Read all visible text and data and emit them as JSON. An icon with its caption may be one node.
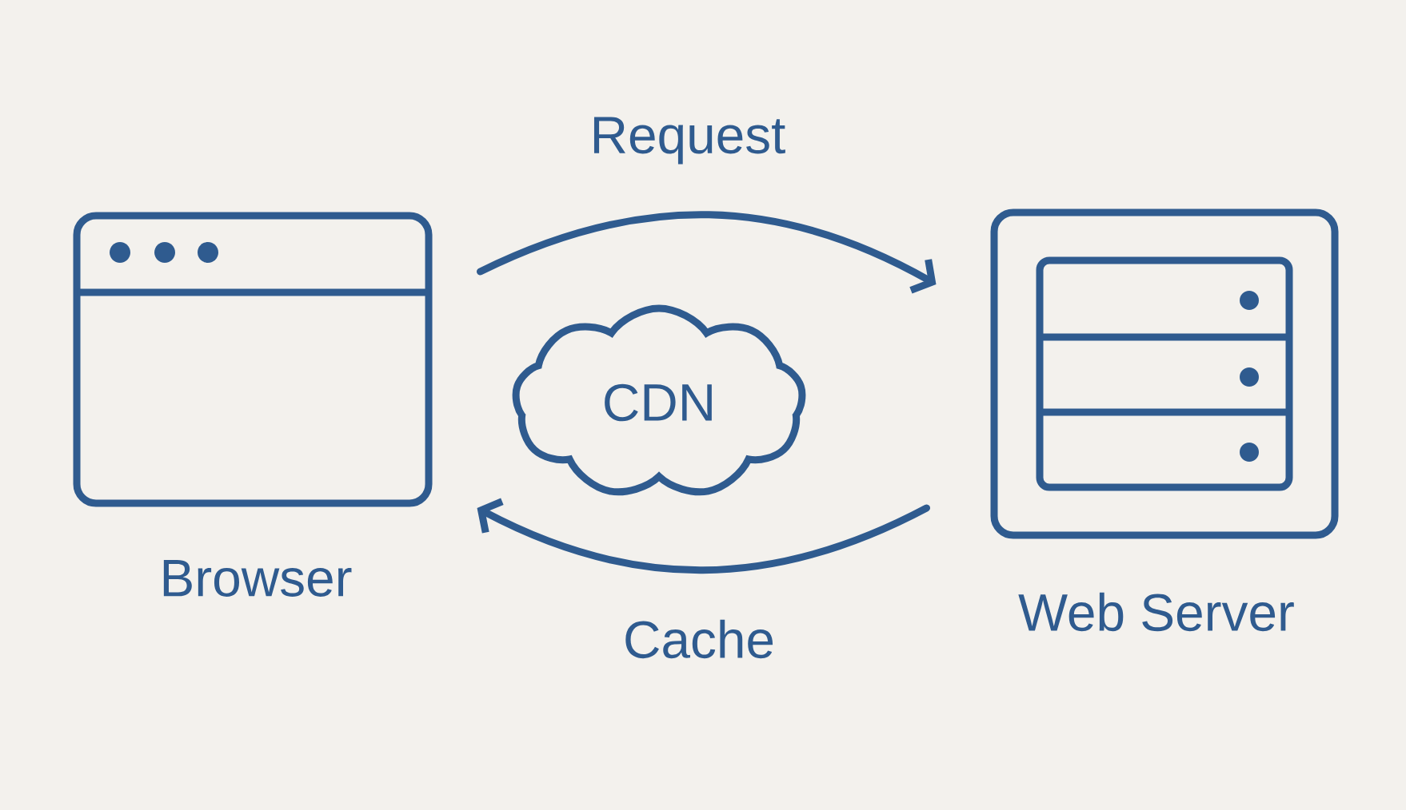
{
  "diagram": {
    "nodes": [
      {
        "text": [
          "Browser"
        ]
      },
      {
        "text": [
          "CDN"
        ]
      },
      {
        "text": [
          "Web Server"
        ]
      }
    ],
    "edges": [
      {
        "from": 0,
        "to": 2,
        "arrow": "to",
        "label": "Request"
      },
      {
        "from": 2,
        "to": 0,
        "arrow": "to",
        "label": "Cache"
      }
    ]
  }
}
